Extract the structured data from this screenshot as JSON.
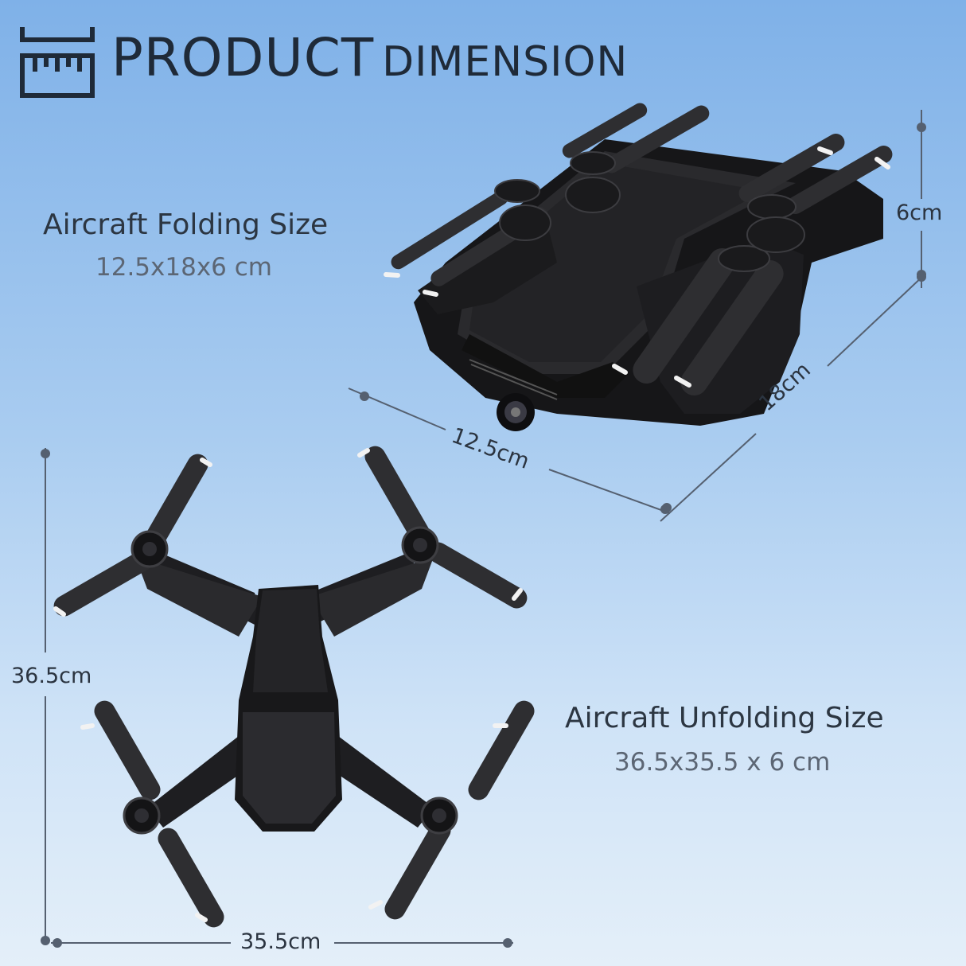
{
  "header": {
    "title_bold": "PRODUCT",
    "title_light": "DIMENSION",
    "icon": "ruler-box-icon"
  },
  "folding": {
    "title": "Aircraft Folding Size",
    "value": "12.5x18x6 cm",
    "height_label": "6cm",
    "length_label": "18cm",
    "width_label": "12.5cm"
  },
  "unfolding": {
    "title": "Aircraft Unfolding Size",
    "value": "36.5x35.5 x 6 cm",
    "height_label": "36.5cm",
    "width_label": "35.5cm"
  },
  "colors": {
    "background_top": "#7fb1e8",
    "background_bottom": "#e4eff9",
    "drone_body": "#1c1c1e",
    "dimension_line": "#556070"
  }
}
